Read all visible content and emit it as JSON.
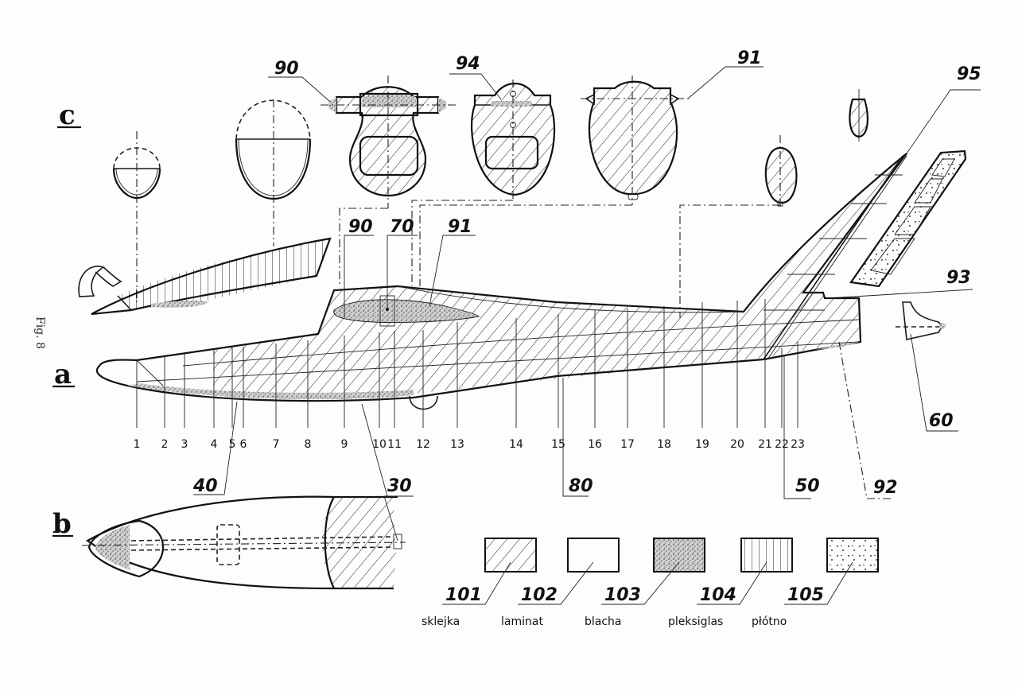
{
  "figure": {
    "caption": "Fig. 8",
    "views": {
      "a": "a",
      "b": "b",
      "c": "c"
    }
  },
  "callouts": {
    "c90": "90",
    "c94": "94",
    "c91": "91",
    "c95": "95",
    "m90": "90",
    "m70": "70",
    "m91": "91",
    "c93": "93",
    "c60": "60",
    "c40": "40",
    "c30": "30",
    "c80": "80",
    "c50": "50",
    "c92": "92"
  },
  "stations": [
    "1",
    "2",
    "3",
    "4",
    "5",
    "6",
    "7",
    "8",
    "9",
    "10",
    "11",
    "12",
    "13",
    "14",
    "15",
    "16",
    "17",
    "18",
    "19",
    "20",
    "21",
    "22",
    "23"
  ],
  "legend": [
    {
      "code": "101",
      "material": "sklejka",
      "pattern": "diagonal-hatch"
    },
    {
      "code": "102",
      "material": "laminat",
      "pattern": "blank"
    },
    {
      "code": "103",
      "material": "blacha",
      "pattern": "dense-stipple"
    },
    {
      "code": "104",
      "material": "pleksiglas",
      "pattern": "vertical-lines"
    },
    {
      "code": "105",
      "material": "płótno",
      "pattern": "sparse-dots"
    }
  ]
}
